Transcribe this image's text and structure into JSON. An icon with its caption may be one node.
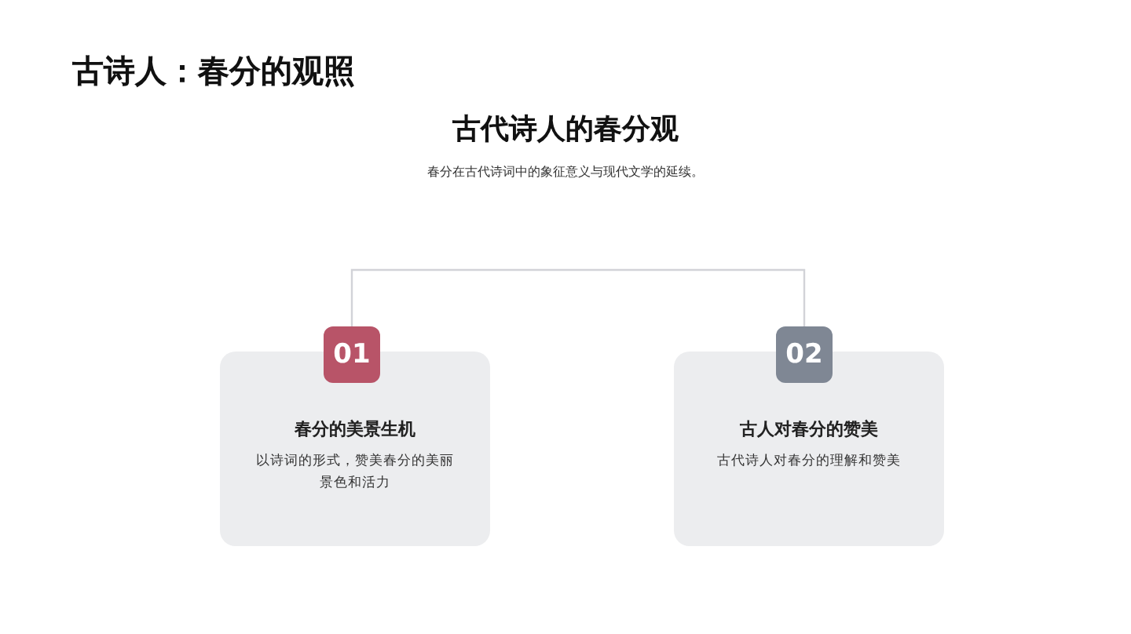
{
  "diagram": {
    "title": "古诗人：春分的观照",
    "nodes": [
      {
        "text": [
          "01"
        ]
      },
      {
        "text": [
          "春分的美景生机",
          "以诗词的形式，赞美春分的美丽景色和活力"
        ]
      },
      {
        "text": [
          "02"
        ]
      },
      {
        "text": [
          "古人对春分的赞美",
          "古代诗人对春分的理解和赞美"
        ]
      }
    ],
    "edges": [
      {
        "from": 0,
        "to": 2,
        "arrow": "none"
      }
    ],
    "labels": [
      "古代诗人的春分观",
      "春分在古代诗词中的象征意义与现代文学的延续。"
    ]
  }
}
